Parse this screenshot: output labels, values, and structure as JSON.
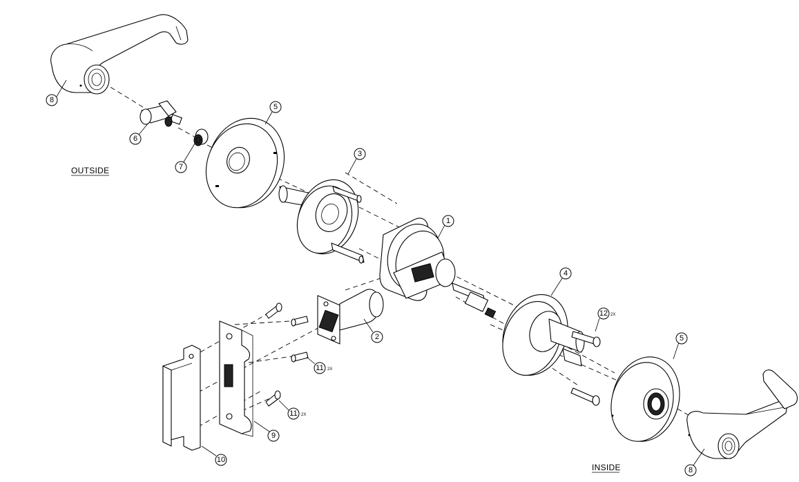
{
  "labels": {
    "outside": "OUTSIDE",
    "inside": "INSIDE"
  },
  "callouts": {
    "c1": "1",
    "c2": "2",
    "c3": "3",
    "c4": "4",
    "c5a": "5",
    "c5b": "5",
    "c6": "6",
    "c7": "7",
    "c8a": "8",
    "c8b": "8",
    "c9": "9",
    "c10": "10",
    "c11a": "11",
    "c11b": "11",
    "c12": "12"
  },
  "quantities": {
    "q11a": "2X",
    "q11b": "2X",
    "q12": "2X"
  }
}
